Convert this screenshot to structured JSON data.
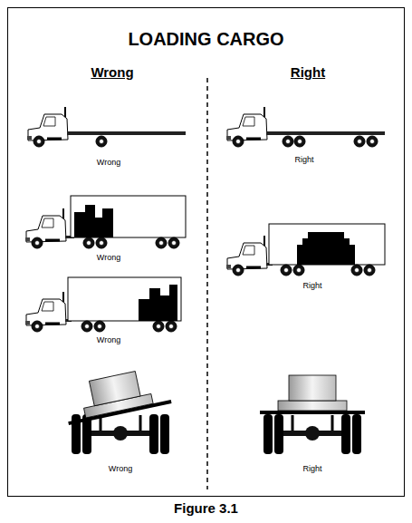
{
  "diagram": {
    "title": "LOADING CARGO",
    "caption": "Figure 3.1",
    "labels": [
      "Wrong",
      "Right",
      "Wrong",
      "Right",
      "Wrong",
      "Right",
      "Wrong",
      "Wrong",
      "Right"
    ]
  }
}
